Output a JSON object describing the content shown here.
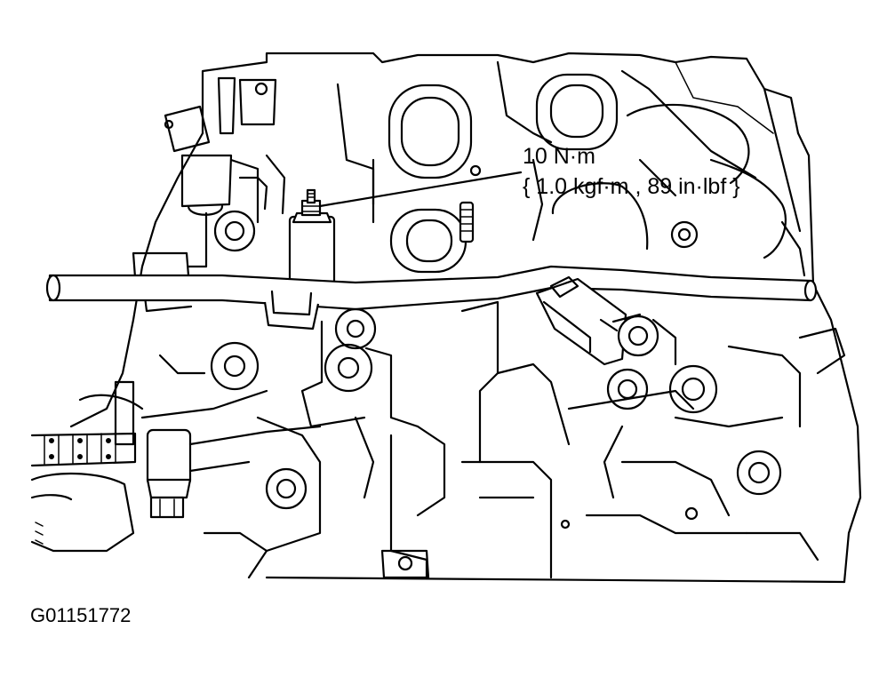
{
  "callout": {
    "torque_nm": "10 N·m",
    "torque_alt": "{ 1.0 kgf·m , 89 in·lbf }"
  },
  "figure_id": "G01151772"
}
